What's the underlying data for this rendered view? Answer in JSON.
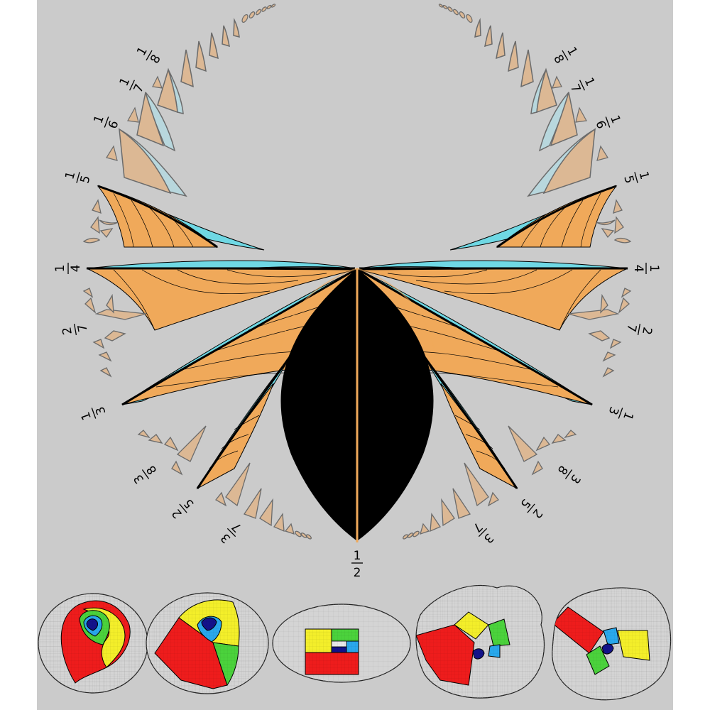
{
  "colors": {
    "background": "#cbcbcb",
    "orange": "#f0a95a",
    "orange_faded": "#dcb894",
    "cyan": "#6fd8e4",
    "cyan_faded": "#b8d7dd",
    "black": "#000000",
    "red": "#ee1c1c",
    "yellow": "#f3ee2a",
    "green": "#4bd23c",
    "light_blue": "#29a8ec",
    "dark_blue": "#13138a"
  },
  "labels": {
    "half": {
      "num": "1",
      "den": "2"
    },
    "quarter_l": {
      "num": "1",
      "den": "4"
    },
    "quarter_r": {
      "num": "1",
      "den": "4"
    },
    "fifth_l": {
      "num": "1",
      "den": "5"
    },
    "fifth_r": {
      "num": "1",
      "den": "5"
    },
    "sixth_l": {
      "num": "1",
      "den": "6"
    },
    "sixth_r": {
      "num": "1",
      "den": "6"
    },
    "seventh_l": {
      "num": "1",
      "den": "7"
    },
    "seventh_r": {
      "num": "1",
      "den": "7"
    },
    "eighth_l": {
      "num": "1",
      "den": "8"
    },
    "eighth_r": {
      "num": "1",
      "den": "8"
    },
    "twosev_l": {
      "num": "2",
      "den": "7"
    },
    "twosev_r": {
      "num": "2",
      "den": "7"
    },
    "third_l": {
      "num": "1",
      "den": "3"
    },
    "third_r": {
      "num": "1",
      "den": "3"
    },
    "threeeight_l": {
      "num": "3",
      "den": "8"
    },
    "threeeight_r": {
      "num": "3",
      "den": "8"
    },
    "twofive_l": {
      "num": "2",
      "den": "5"
    },
    "twofive_r": {
      "num": "2",
      "den": "5"
    },
    "threesev_l": {
      "num": "3",
      "den": "7"
    },
    "threesev_r": {
      "num": "3",
      "den": "7"
    }
  }
}
